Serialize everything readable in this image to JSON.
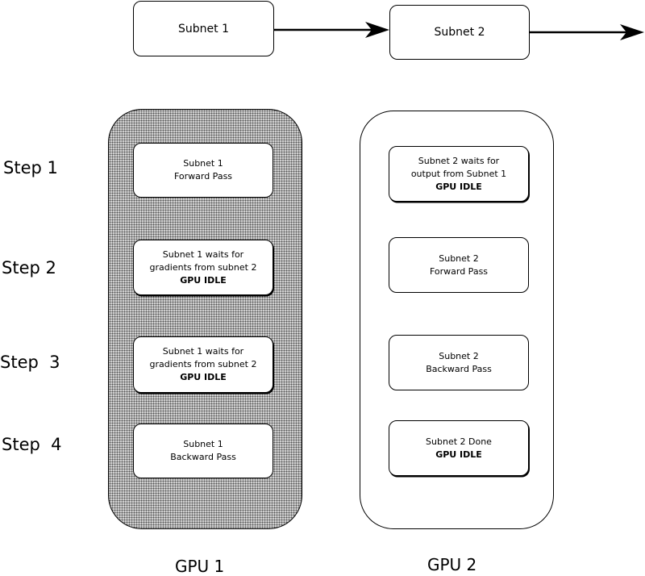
{
  "flow": {
    "subnet1": "Subnet 1",
    "subnet2": "Subnet 2"
  },
  "steps": [
    "Step 1",
    "Step 2",
    "Step  3",
    "Step  4"
  ],
  "gpu1": {
    "label": "GPU 1",
    "tasks": [
      {
        "line1": "Subnet 1",
        "line2": "Forward Pass"
      },
      {
        "line1": "Subnet 1 waits for",
        "line2": "gradients from subnet 2",
        "line3": "GPU IDLE"
      },
      {
        "line1": "Subnet 1 waits for",
        "line2": "gradients from subnet 2",
        "line3": "GPU IDLE"
      },
      {
        "line1": "Subnet 1",
        "line2": "Backward Pass"
      }
    ]
  },
  "gpu2": {
    "label": "GPU 2",
    "tasks": [
      {
        "line1": "Subnet 2 waits for",
        "line2": "output from  Subnet 1",
        "line3": "GPU IDLE"
      },
      {
        "line1": "Subnet 2",
        "line2": "Forward Pass"
      },
      {
        "line1": "Subnet 2",
        "line2": "Backward Pass"
      },
      {
        "line1": "Subnet 2 Done",
        "line2": "GPU IDLE"
      }
    ]
  }
}
